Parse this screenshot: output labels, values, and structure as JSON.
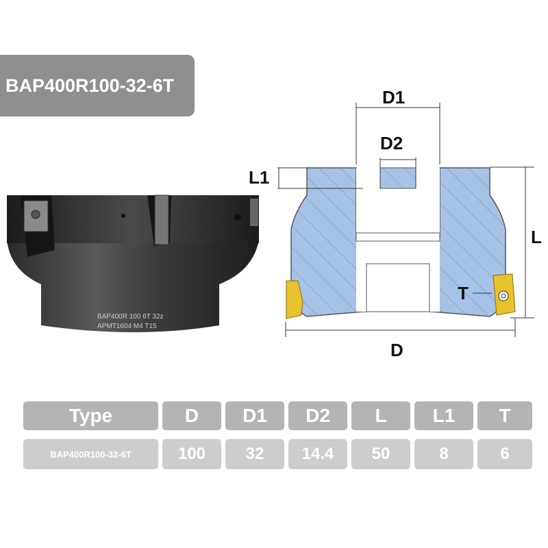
{
  "title": "BAP400R100-32-6T",
  "tool_photo": {
    "engraving_line1": "BAP400R  100  6T  32z",
    "engraving_line2": "APMT1604  M4  T15"
  },
  "diagram": {
    "labels": {
      "D1": "D1",
      "D2": "D2",
      "L1": "L1",
      "L": "L",
      "T": "T",
      "D": "D"
    },
    "colors": {
      "body_fill": "#a6c2e6",
      "hatch": "#7a90b8",
      "insert": "#e7c22c",
      "outline": "#555555"
    }
  },
  "table": {
    "headers": [
      "Type",
      "D",
      "D1",
      "D2",
      "L",
      "L1",
      "T"
    ],
    "rows": [
      [
        "BAP400R100-32-6T",
        "100",
        "32",
        "14.4",
        "50",
        "8",
        "6"
      ]
    ]
  }
}
